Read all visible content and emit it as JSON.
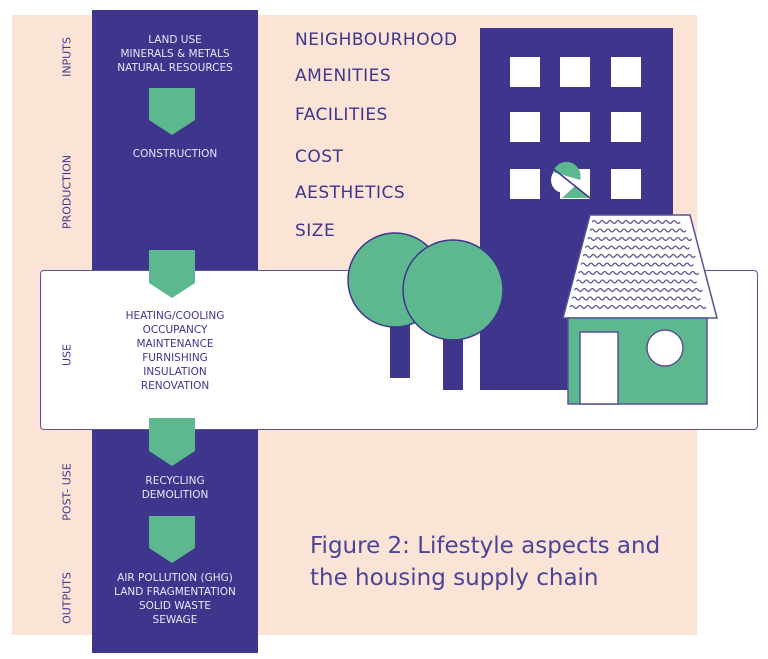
{
  "stages": {
    "inputs": "INPUTS",
    "production": "PRODUCTION",
    "use": "USE",
    "post_use": "POST- USE",
    "outputs": "OUTPUTS"
  },
  "inputs": [
    "LAND USE",
    "MINERALS & METALS",
    "NATURAL RESOURCES"
  ],
  "production": [
    "CONSTRUCTION"
  ],
  "use": [
    "HEATING/COOLING",
    "OCCUPANCY",
    "MAINTENANCE",
    "FURNISHING",
    "INSULATION",
    "RENOVATION"
  ],
  "post_use": [
    "RECYCLING",
    "DEMOLITION"
  ],
  "outputs": [
    "AIR POLLUTION (GHG)",
    "LAND FRAGMENTATION",
    "SOLID WASTE",
    "SEWAGE"
  ],
  "aspects": [
    "NEIGHBOURHOOD",
    "AMENITIES",
    "FACILITIES",
    "COST",
    "AESTHETICS",
    "SIZE"
  ],
  "caption": [
    "Figure 2: Lifestyle aspects and",
    "the housing supply chain"
  ],
  "colors": {
    "purple": "#3e368c",
    "green": "#5db88f",
    "peach": "#fbe3d6"
  }
}
